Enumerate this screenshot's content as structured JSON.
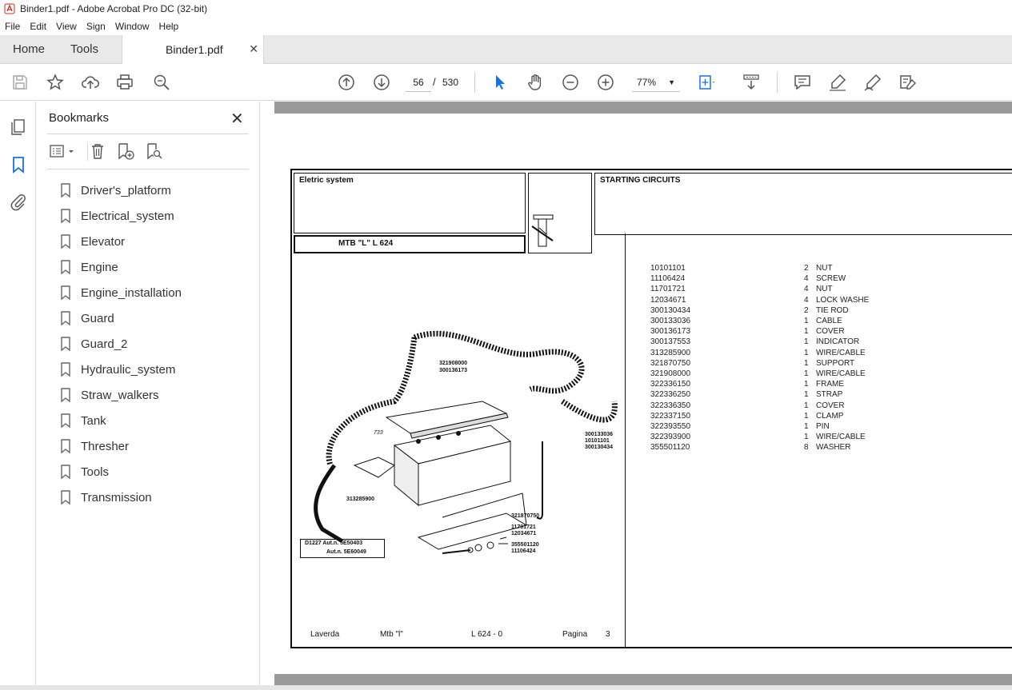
{
  "window": {
    "title": "Binder1.pdf - Adobe Acrobat Pro DC (32-bit)"
  },
  "menu": [
    "File",
    "Edit",
    "View",
    "Sign",
    "Window",
    "Help"
  ],
  "tabs": {
    "home": "Home",
    "tools": "Tools",
    "document": "Binder1.pdf"
  },
  "toolbar": {
    "current_page": "56",
    "page_sep": "/",
    "total_pages": "530",
    "zoom": "77%"
  },
  "bookmarks_panel": {
    "title": "Bookmarks",
    "items": [
      "Driver's_platform",
      "Electrical_system",
      "Elevator",
      "Engine",
      "Engine_installation",
      "Guard",
      "Guard_2",
      "Hydraulic_system",
      "Straw_walkers",
      "Tank",
      "Thresher",
      "Tools",
      "Transmission"
    ]
  },
  "pdf_page": {
    "section": "Eletric system",
    "subtitle": "STARTING CIRCUITS",
    "model": "MTB \"L\" L 624",
    "diagram_labels": [
      "321908000",
      "300136173",
      "733",
      "300133036",
      "10101101",
      "300130434",
      "313285900",
      "321870750",
      "11701721",
      "12034671",
      "355501120",
      "11106424"
    ],
    "stamp_line1": "D1227 Aut.n. 5E50403",
    "stamp_line2": "Aut.n. 5E60049",
    "footer": {
      "brand": "Laverda",
      "model": "Mtb \"l\"",
      "code": "L 624 - 0",
      "page_word": "Pagina",
      "page_num": "3"
    },
    "parts": [
      {
        "pn": "10101101",
        "qty": "2",
        "desc": "NUT"
      },
      {
        "pn": "11106424",
        "qty": "4",
        "desc": "SCREW"
      },
      {
        "pn": "11701721",
        "qty": "4",
        "desc": "NUT"
      },
      {
        "pn": "12034671",
        "qty": "4",
        "desc": "LOCK WASHE"
      },
      {
        "pn": "300130434",
        "qty": "2",
        "desc": "TIE ROD"
      },
      {
        "pn": "300133036",
        "qty": "1",
        "desc": "CABLE"
      },
      {
        "pn": "300136173",
        "qty": "1",
        "desc": "COVER"
      },
      {
        "pn": "300137553",
        "qty": "1",
        "desc": "INDICATOR"
      },
      {
        "pn": "313285900",
        "qty": "1",
        "desc": "WIRE/CABLE"
      },
      {
        "pn": "321870750",
        "qty": "1",
        "desc": "SUPPORT"
      },
      {
        "pn": "321908000",
        "qty": "1",
        "desc": "WIRE/CABLE"
      },
      {
        "pn": "322336150",
        "qty": "1",
        "desc": "FRAME"
      },
      {
        "pn": "322336250",
        "qty": "1",
        "desc": "STRAP"
      },
      {
        "pn": "322336350",
        "qty": "1",
        "desc": "COVER"
      },
      {
        "pn": "322337150",
        "qty": "1",
        "desc": "CLAMP"
      },
      {
        "pn": "322393550",
        "qty": "1",
        "desc": "PIN"
      },
      {
        "pn": "322393900",
        "qty": "1",
        "desc": "WIRE/CABLE"
      },
      {
        "pn": "355501120",
        "qty": "8",
        "desc": "WASHER"
      }
    ]
  }
}
